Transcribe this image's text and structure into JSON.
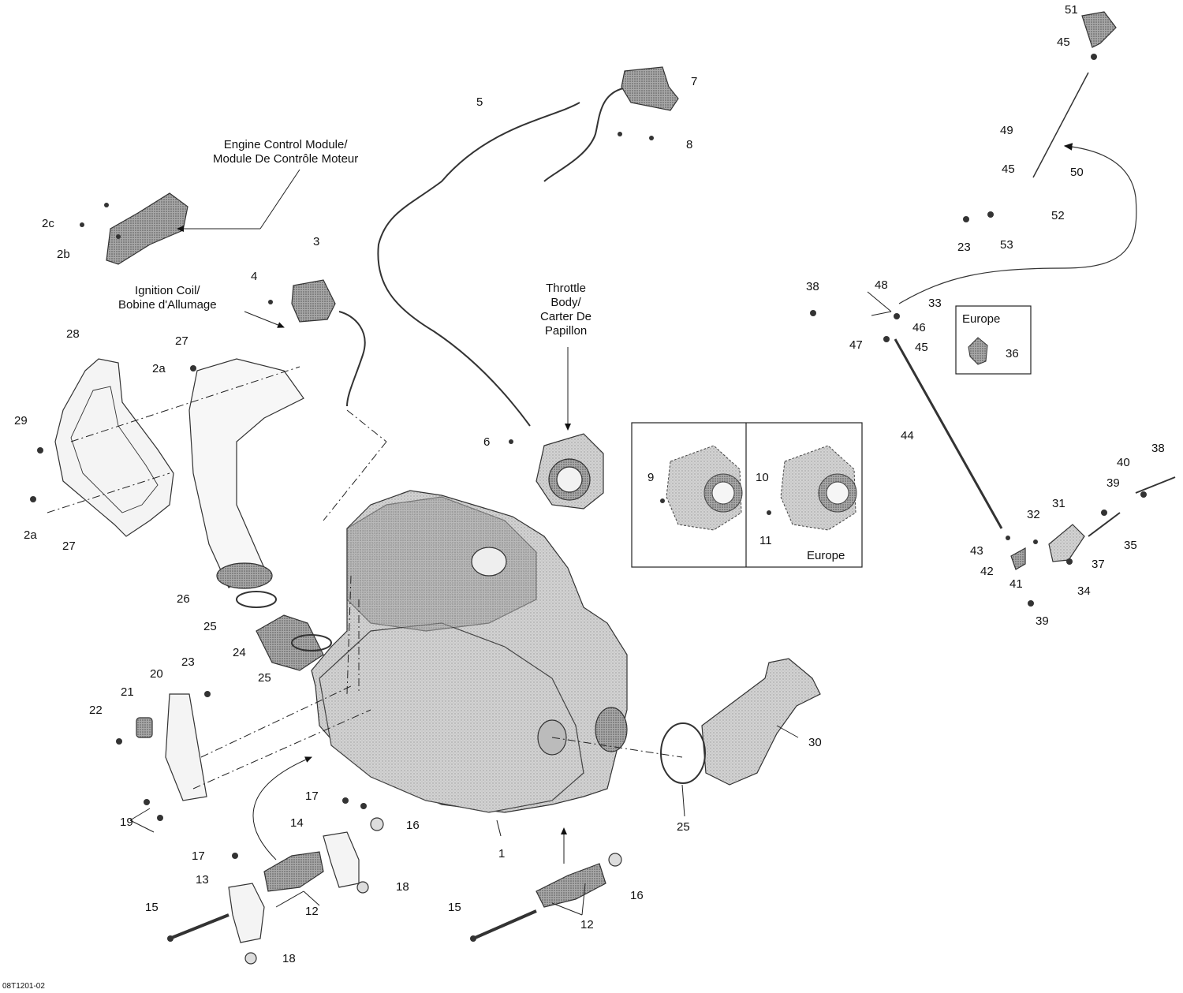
{
  "callouts": {
    "engine_control_module": "Engine Control Module/\nModule De Contrôle Moteur",
    "ignition_coil": "Ignition Coil/\nBobine d'Allumage",
    "throttle_body": "Throttle\nBody/\nCarter De\nPapillon"
  },
  "boxes": {
    "europe_top": "Europe",
    "europe_bottom": "Europe"
  },
  "part_labels": {
    "p1": "1",
    "p2a_a": "2a",
    "p2a_b": "2a",
    "p2b": "2b",
    "p2c": "2c",
    "p3": "3",
    "p4": "4",
    "p5": "5",
    "p6": "6",
    "p7": "7",
    "p8": "8",
    "p9": "9",
    "p10": "10",
    "p11": "11",
    "p12_a": "12",
    "p12_b": "12",
    "p13": "13",
    "p14": "14",
    "p15_a": "15",
    "p15_b": "15",
    "p16_a": "16",
    "p16_b": "16",
    "p17_a": "17",
    "p17_b": "17",
    "p18_a": "18",
    "p18_b": "18",
    "p19": "19",
    "p20": "20",
    "p21": "21",
    "p22": "22",
    "p23_a": "23",
    "p23_b": "23",
    "p24": "24",
    "p25_a": "25",
    "p25_b": "25",
    "p25_c": "25",
    "p26": "26",
    "p27_a": "27",
    "p27_b": "27",
    "p28": "28",
    "p29": "29",
    "p30": "30",
    "p31": "31",
    "p32": "32",
    "p33": "33",
    "p34": "34",
    "p35": "35",
    "p36": "36",
    "p37": "37",
    "p38_a": "38",
    "p38_b": "38",
    "p39_a": "39",
    "p39_b": "39",
    "p40": "40",
    "p41": "41",
    "p42": "42",
    "p43": "43",
    "p44": "44",
    "p45_a": "45",
    "p45_b": "45",
    "p45_c": "45",
    "p46": "46",
    "p47": "47",
    "p48": "48",
    "p49": "49",
    "p50": "50",
    "p51": "51",
    "p52": "52",
    "p53": "53"
  },
  "drawing_code": "08T1201-02"
}
